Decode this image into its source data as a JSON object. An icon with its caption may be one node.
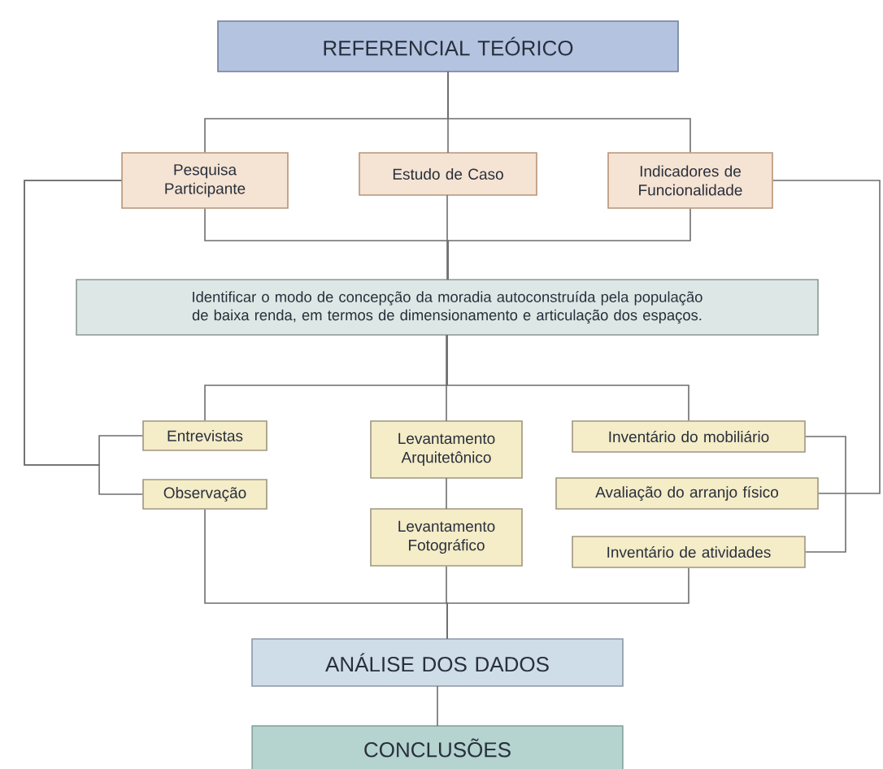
{
  "diagram": {
    "nodes": [
      {
        "text": [
          "REFERENCIAL TEÓRICO"
        ]
      },
      {
        "text": [
          "Pesquisa Participante"
        ]
      },
      {
        "text": [
          "Estudo de Caso"
        ]
      },
      {
        "text": [
          "Indicadores de Funcionalidade"
        ]
      },
      {
        "text": [
          "Identificar o modo de concepção da moradia autoconstruída pela população de baixa renda, em termos de dimensionamento e articulação dos espaços."
        ]
      },
      {
        "text": [
          "Entrevistas"
        ]
      },
      {
        "text": [
          "Observação"
        ]
      },
      {
        "text": [
          "Levantamento Arquitetônico"
        ]
      },
      {
        "text": [
          "Levantamento Fotográfico"
        ]
      },
      {
        "text": [
          "Inventário do mobiliário"
        ]
      },
      {
        "text": [
          "Avaliação do arranjo físico"
        ]
      },
      {
        "text": [
          "Inventário de atividades"
        ]
      },
      {
        "text": [
          "ANÁLISE DOS DADOS"
        ]
      },
      {
        "text": [
          "CONCLUSÕES"
        ]
      }
    ],
    "edges": [
      {
        "from": 0,
        "to": 1,
        "arrow": "none"
      },
      {
        "from": 0,
        "to": 2,
        "arrow": "none"
      },
      {
        "from": 0,
        "to": 3,
        "arrow": "none"
      },
      {
        "from": 1,
        "to": 4,
        "arrow": "none"
      },
      {
        "from": 2,
        "to": 4,
        "arrow": "none"
      },
      {
        "from": 3,
        "to": 4,
        "arrow": "none"
      },
      {
        "from": 1,
        "to": 5,
        "arrow": "none"
      },
      {
        "from": 1,
        "to": 6,
        "arrow": "none"
      },
      {
        "from": 3,
        "to": 9,
        "arrow": "none"
      },
      {
        "from": 3,
        "to": 10,
        "arrow": "none"
      },
      {
        "from": 3,
        "to": 11,
        "arrow": "none"
      },
      {
        "from": 4,
        "to": 5,
        "arrow": "none"
      },
      {
        "from": 4,
        "to": 7,
        "arrow": "none"
      },
      {
        "from": 4,
        "to": 9,
        "arrow": "none"
      },
      {
        "from": 7,
        "to": 8,
        "arrow": "none"
      },
      {
        "from": 6,
        "to": 12,
        "arrow": "none"
      },
      {
        "from": 8,
        "to": 12,
        "arrow": "none"
      },
      {
        "from": 11,
        "to": 12,
        "arrow": "none"
      },
      {
        "from": 12,
        "to": 13,
        "arrow": "none"
      }
    ]
  }
}
